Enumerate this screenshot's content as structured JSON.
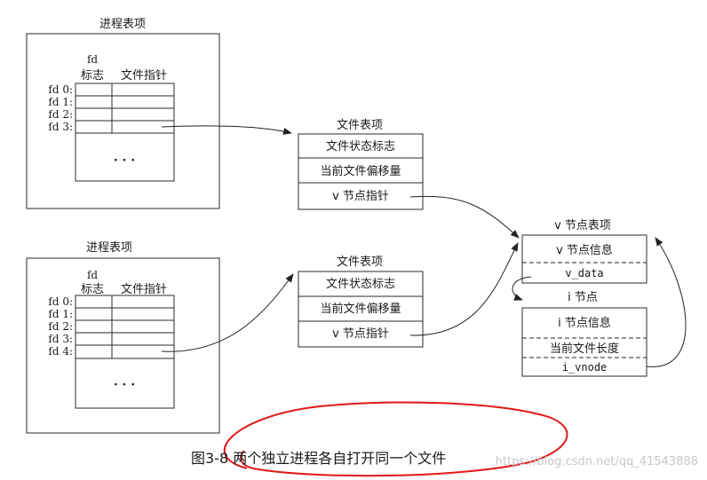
{
  "process_tables": [
    {
      "title": "进程表项",
      "col_fd_top": "fd",
      "col_flag": "标志",
      "col_ptr": "文件指针",
      "rows": [
        "fd 0:",
        "fd 1:",
        "fd 2:",
        "fd 3:"
      ],
      "ellipsis": "· · ·"
    },
    {
      "title": "进程表项",
      "col_fd_top": "fd",
      "col_flag": "标志",
      "col_ptr": "文件指针",
      "rows": [
        "fd 0:",
        "fd 1:",
        "fd 2:",
        "fd 3:",
        "fd 4:"
      ],
      "ellipsis": "· · ·"
    }
  ],
  "file_tables": [
    {
      "title": "文件表项",
      "status": "文件状态标志",
      "offset": "当前文件偏移量",
      "vptr": "v 节点指针"
    },
    {
      "title": "文件表项",
      "status": "文件状态标志",
      "offset": "当前文件偏移量",
      "vptr": "v 节点指针"
    }
  ],
  "vnode": {
    "title": "v 节点表项",
    "info": "v 节点信息",
    "data": "v_data"
  },
  "inode": {
    "title": "i 节点",
    "info": "i 节点信息",
    "length": "当前文件长度",
    "vnode": "i_vnode"
  },
  "caption": "图3-8 两个独立进程各自打开同一个文件",
  "watermark": "https://blog.csdn.net/qq_41543888",
  "colors": {
    "annotation_ink": "#e01818",
    "line": "#2a2a2a",
    "watermark": "#c8c8c8"
  }
}
